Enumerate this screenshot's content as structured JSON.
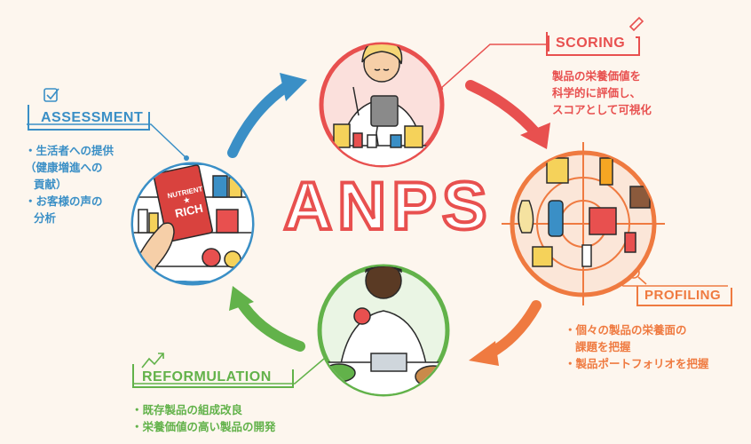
{
  "title": "ANPS",
  "colors": {
    "red": "#e8504f",
    "blue": "#3a8fc6",
    "orange": "#ef7a40",
    "green": "#62b24a",
    "background": "#fdf6ee"
  },
  "stages": {
    "scoring": {
      "label": "SCORING",
      "lines": [
        "製品の栄養価値を",
        "科学的に評価し、",
        "スコアとして可視化"
      ]
    },
    "assessment": {
      "label": "ASSESSMENT",
      "lines": [
        "・生活者への提供",
        "（健康増進への",
        "貢献）",
        "・お客様の声の",
        "分析"
      ]
    },
    "profiling": {
      "label": "PROFILING",
      "lines": [
        "・個々の製品の栄養面の",
        "課題を把握",
        "・製品ポートフォリオを把握"
      ]
    },
    "reformulation": {
      "label": "REFORMULATION",
      "lines": [
        "・既存製品の組成改良",
        "・栄養価値の高い製品の開発"
      ]
    }
  },
  "package_text": {
    "brand": "NUTRIENT",
    "rich": "RICH"
  },
  "icons": {
    "assessment": "checklist-icon",
    "scoring": "pencil-icon",
    "profiling": "magnifier-icon",
    "reformulation": "growth-chart-icon"
  }
}
